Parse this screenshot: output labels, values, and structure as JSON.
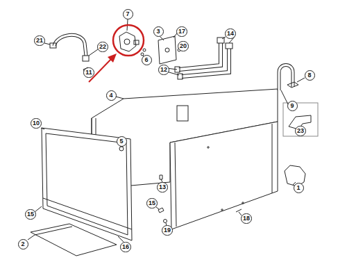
{
  "diagram": {
    "labels": [
      "21",
      "22",
      "7",
      "3",
      "17",
      "14",
      "11",
      "6",
      "20",
      "12",
      "8",
      "9",
      "4",
      "10",
      "5",
      "23",
      "13",
      "1",
      "15",
      "15",
      "19",
      "18",
      "2",
      "16"
    ]
  }
}
